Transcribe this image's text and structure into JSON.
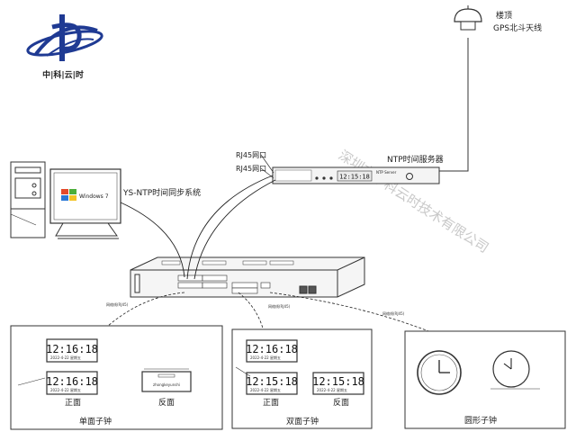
{
  "logo": {
    "text": "中|科|云|时",
    "brand_color": "#1f3a93"
  },
  "antenna": {
    "line1": "楼顶",
    "line2": "GPS北斗天线"
  },
  "ntp_server": {
    "title": "NTP时间服务器",
    "panel_label": "NTP Server",
    "display": "12:15:18"
  },
  "ports": {
    "rj45": "RJ45网口",
    "rj45b": "RJ45网口"
  },
  "pc": {
    "os": "Windows 7",
    "system": "YS-NTP时间同步系统"
  },
  "watermark": "深圳市中科云时技术有限公司",
  "links": {
    "l1": "网络线(RJ45)",
    "l2": "网络线(RJ45)",
    "l3": "网络线(RJ45)"
  },
  "clock_time": "12:16:18",
  "clock_time_b": "12:15:18",
  "clock_date": "2022-4-22 星期五",
  "single": {
    "caption": "单面子钟",
    "front": "正面",
    "back": "反面",
    "brand": "zhongkeyunshi"
  },
  "double": {
    "caption": "双面子钟",
    "front": "正面",
    "back": "反面"
  },
  "round": {
    "caption": "圆形子钟"
  }
}
